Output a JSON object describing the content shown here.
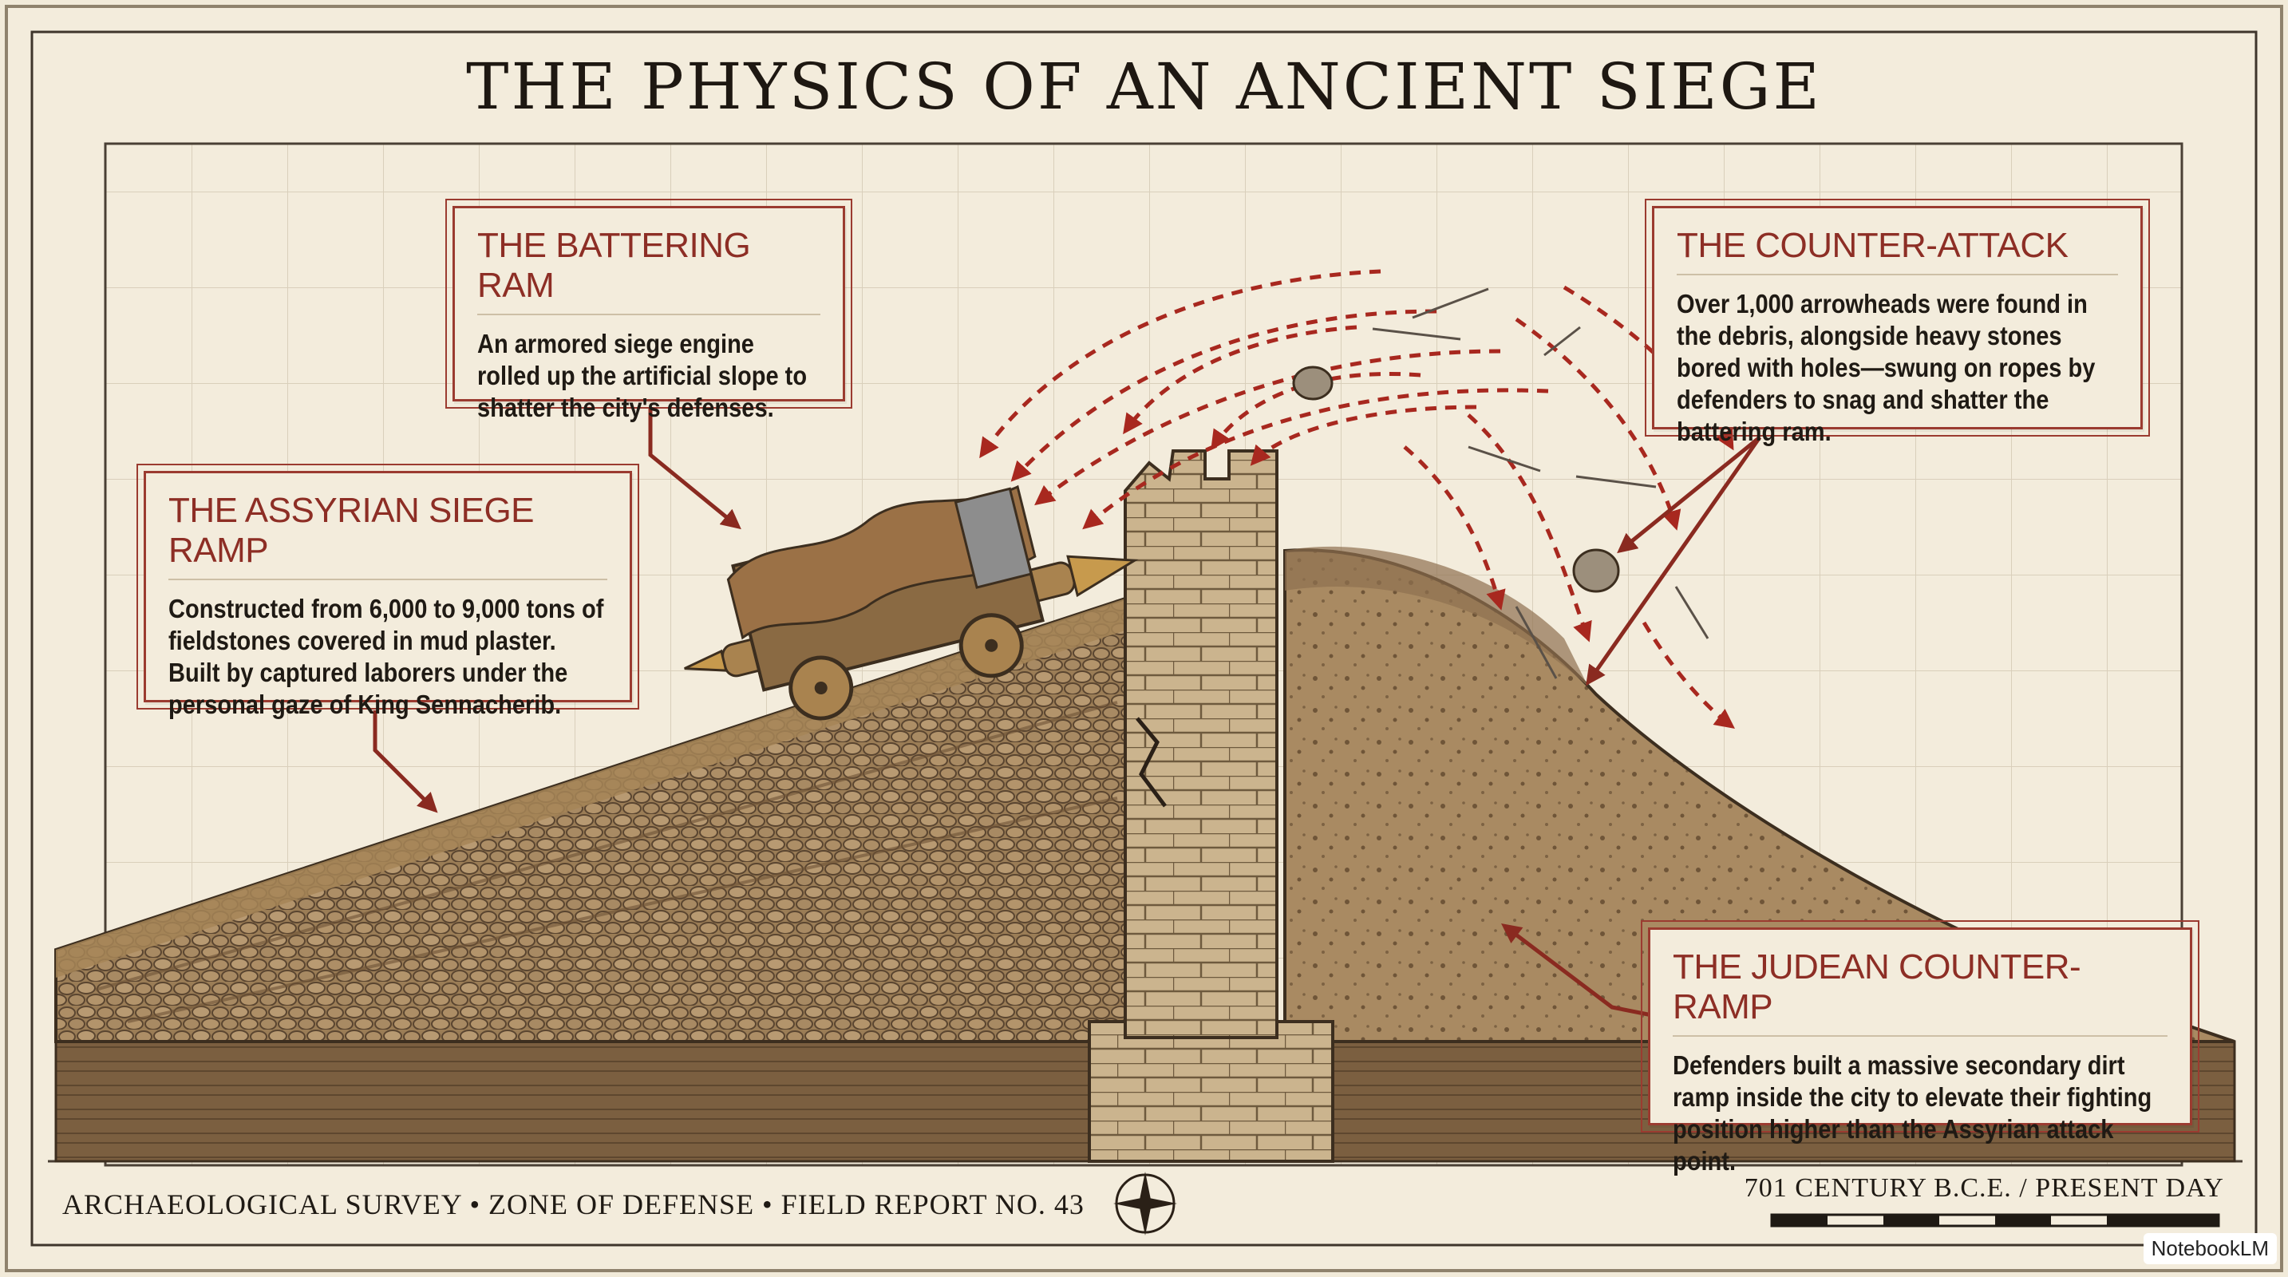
{
  "title": "THE PHYSICS OF AN ANCIENT SIEGE",
  "callouts": {
    "battering_ram": {
      "heading": "THE BATTERING RAM",
      "body": "An armored siege engine rolled up the artificial slope to shatter the city's defenses."
    },
    "siege_ramp": {
      "heading": "THE ASSYRIAN SIEGE RAMP",
      "body": "Constructed from 6,000 to 9,000 tons of fieldstones covered in mud plaster. Built by captured laborers under the personal gaze of King Sennacherib."
    },
    "counter_attack": {
      "heading": "THE COUNTER-ATTACK",
      "body": "Over 1,000 arrowheads were found in the debris, alongside heavy stones bored with holes—swung on ropes by defenders to snag and shatter the battering ram."
    },
    "counter_ramp": {
      "heading": "THE JUDEAN COUNTER-RAMP",
      "body": "Defenders built a massive secondary dirt ramp inside the city to elevate their fighting position higher than the Assyrian attack point."
    }
  },
  "footer": {
    "left": "ARCHAEOLOGICAL SURVEY • ZONE OF DEFENSE • FIELD REPORT NO. 43",
    "right": "701 CENTURY B.C.E. / PRESENT DAY"
  },
  "watermark": "NotebookLM",
  "colors": {
    "accent_red": "#9b3b30",
    "parchment": "#f1ead9",
    "earth": "#8a6a45",
    "stone": "#c9b08a"
  }
}
